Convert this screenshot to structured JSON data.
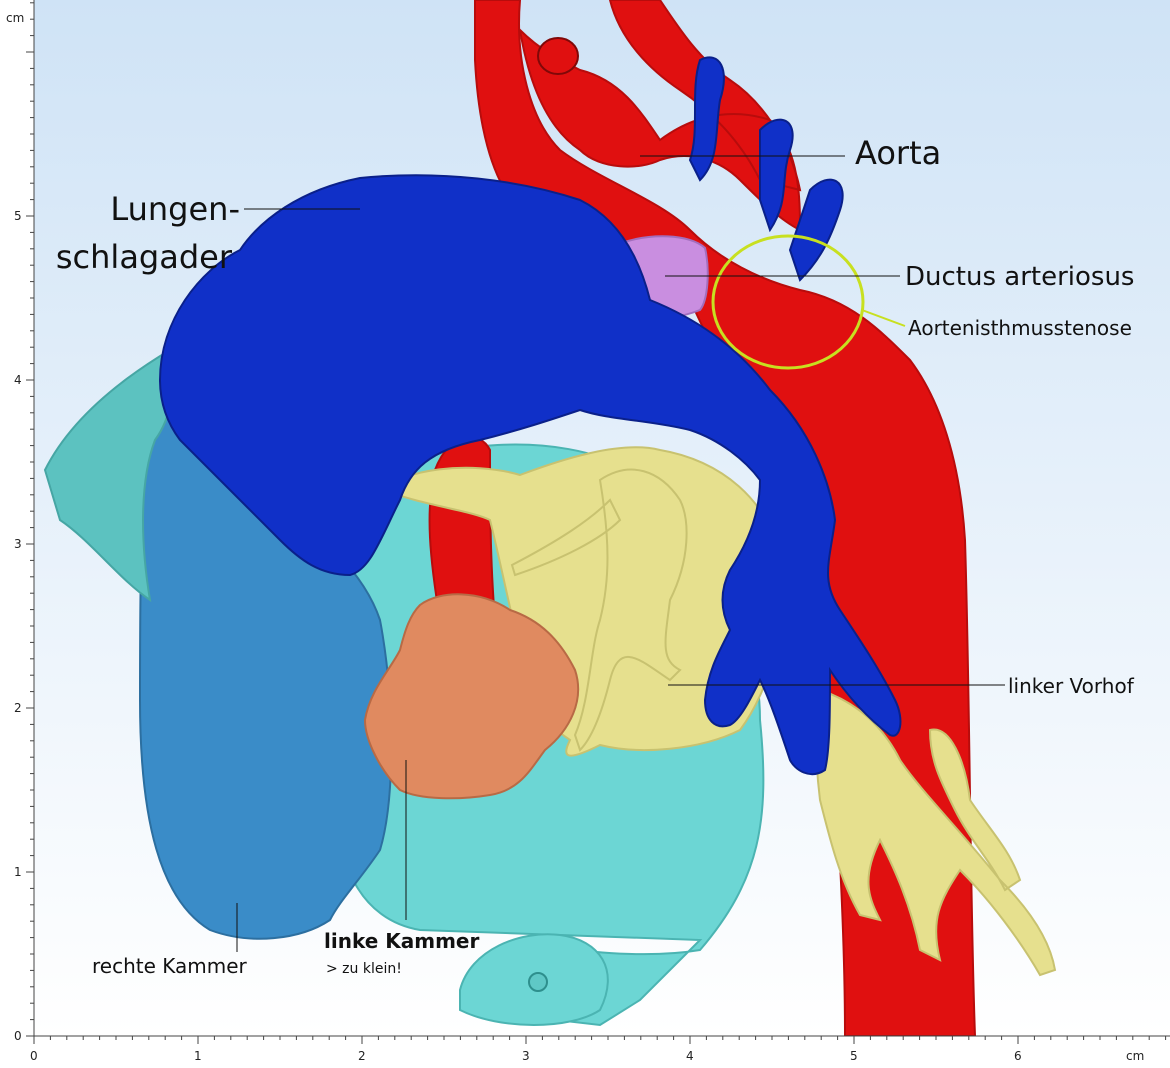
{
  "axes": {
    "x_unit": "cm",
    "y_unit": "cm",
    "x_ticks": [
      "0",
      "1",
      "2",
      "3",
      "4",
      "5",
      "6"
    ],
    "y_ticks": [
      "0",
      "1",
      "2",
      "3",
      "4",
      "5"
    ]
  },
  "labels": {
    "aorta": "Aorta",
    "lungen_1": "Lungen-",
    "lungen_2": "schlagader",
    "ductus": "Ductus arteriosus",
    "isthmus": "Aortenisthmusstenose",
    "linker_vorhof": "linker Vorhof",
    "linke_kammer": "linke Kammer",
    "linke_kammer_note": "> zu klein!",
    "rechte_kammer": "rechte Kammer"
  },
  "colors": {
    "aorta": "#e01010",
    "pulmonary": "#1030c8",
    "ductus": "#c98ee0",
    "left_atrium": "#e6e08e",
    "left_ventricle": "#e08a60",
    "right_ventricle": "#3a8cc8",
    "cyan_tissue": "#6cd6d4",
    "highlight": "#c8e020"
  }
}
